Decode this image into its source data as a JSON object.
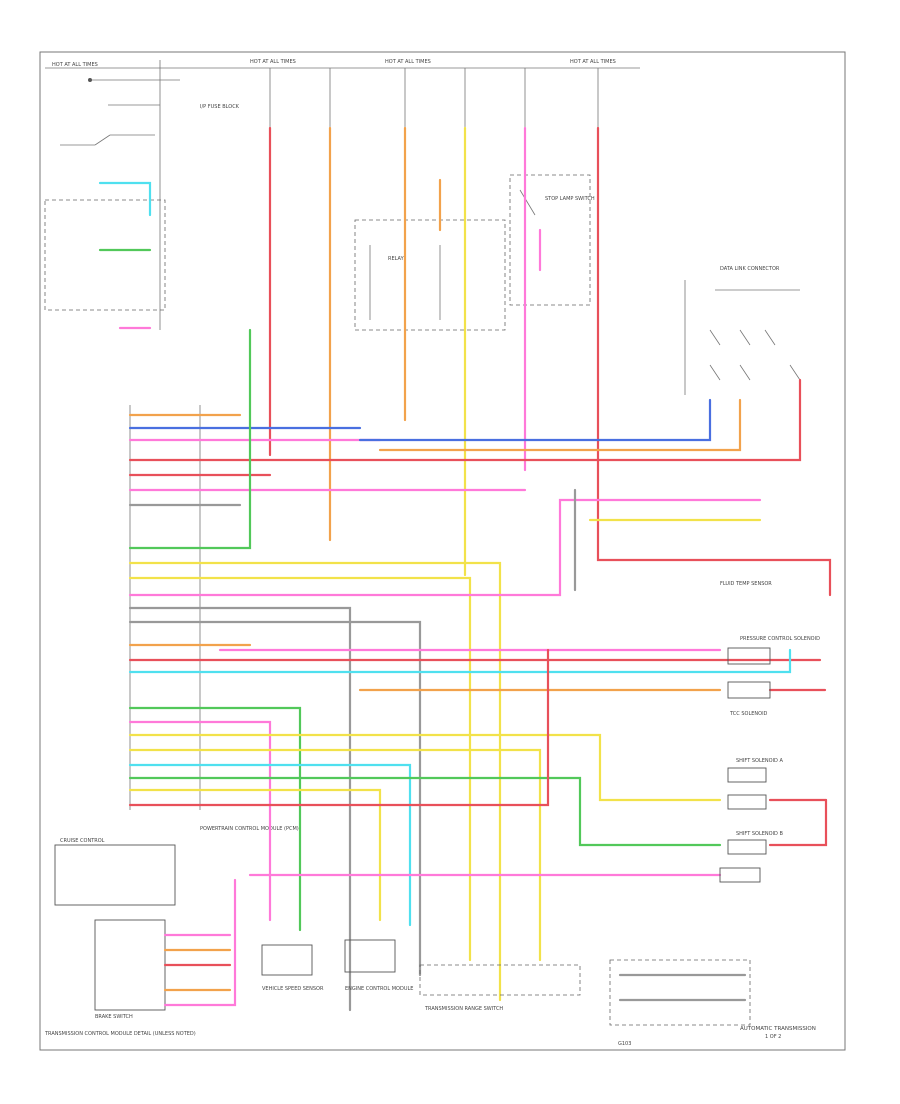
{
  "diagram": {
    "caption": "AUTOMATIC TRANSMISSION",
    "caption_sub": "1 OF 2",
    "footer_note": "TRANSMISSION CONTROL MODULE DETAIL (UNLESS NOTED)",
    "hot_at_all_times": "HOT AT ALL TIMES",
    "pcm_label": "POWERTRAIN CONTROL MODULE (PCM)",
    "ecm_label": "ENGINE CONTROL MODULE",
    "data_link_label": "DATA LINK CONNECTOR",
    "ip_fuse_label": "I/P FUSE BLOCK",
    "stoplamp_switch_label": "STOP LAMP SWITCH",
    "brake_switch_label": "BRAKE SWITCH",
    "cruise_label": "CRUISE CONTROL",
    "tcc_solenoid_label": "TCC SOLENOID",
    "trans_range_switch_label": "TRANSMISSION RANGE SWITCH",
    "shift_solenoid_a_label": "SHIFT SOLENOID A",
    "shift_solenoid_b_label": "SHIFT SOLENOID B",
    "pressure_control_label": "PRESSURE CONTROL SOLENOID",
    "fluid_temp_label": "FLUID TEMP SENSOR",
    "speed_sensor_label": "VEHICLE SPEED SENSOR",
    "relay_label": "RELAY",
    "ground_label": "G103"
  },
  "colors": {
    "red": "#e8505a",
    "pink": "#ff79d9",
    "orange": "#f2a24c",
    "yellow": "#f2e24a",
    "green": "#52c85a",
    "cyan": "#4fe0ef",
    "blue": "#4a6fe0",
    "gray": "#999999",
    "darkred": "#b83a46"
  }
}
